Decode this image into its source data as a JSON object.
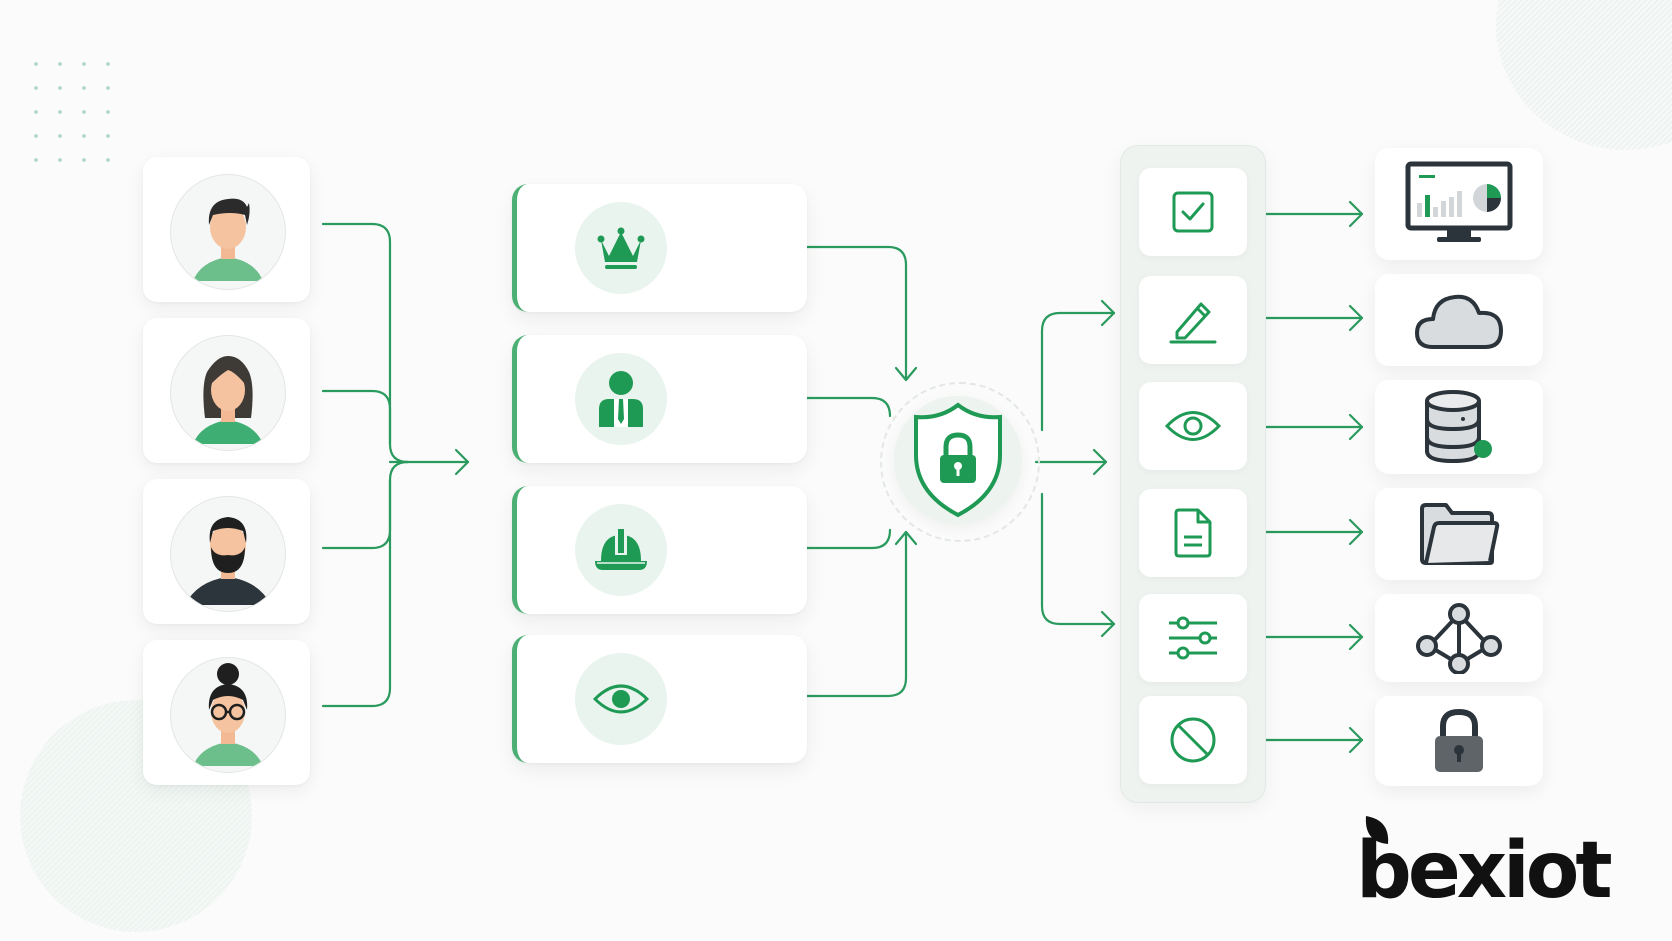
{
  "diagram": {
    "type": "role-based-access-control-flow",
    "colors": {
      "accent": "#1f9a55",
      "accent_light": "#e9f4ee",
      "line": "#2a9a5e",
      "dark_icon": "#2b333b",
      "resource_fill": "#d9dcdf",
      "background": "#fafbfa"
    },
    "users": [
      {
        "name": "user-man-short-hair",
        "shirt": "#6cbf8a"
      },
      {
        "name": "user-woman-long-hair",
        "shirt": "#3fae72"
      },
      {
        "name": "user-man-beard",
        "shirt": "#2c343c"
      },
      {
        "name": "user-woman-bun-glasses",
        "shirt": "#6cbf8a"
      }
    ],
    "roles": [
      {
        "icon": "crown-icon",
        "meaning": "admin"
      },
      {
        "icon": "manager-icon",
        "meaning": "manager"
      },
      {
        "icon": "hard-hat-icon",
        "meaning": "worker"
      },
      {
        "icon": "eye-icon",
        "meaning": "viewer"
      }
    ],
    "hub": {
      "icon": "shield-lock-icon",
      "meaning": "access-control-policy"
    },
    "permissions": [
      {
        "icon": "checkbox-icon",
        "meaning": "approve"
      },
      {
        "icon": "pencil-icon",
        "meaning": "edit"
      },
      {
        "icon": "eye-icon",
        "meaning": "view"
      },
      {
        "icon": "document-icon",
        "meaning": "read-document"
      },
      {
        "icon": "sliders-icon",
        "meaning": "configure"
      },
      {
        "icon": "block-icon",
        "meaning": "deny"
      }
    ],
    "resources": [
      {
        "icon": "monitor-dashboard-icon",
        "meaning": "dashboard"
      },
      {
        "icon": "cloud-icon",
        "meaning": "cloud"
      },
      {
        "icon": "database-icon",
        "meaning": "database"
      },
      {
        "icon": "folder-icon",
        "meaning": "files"
      },
      {
        "icon": "network-icon",
        "meaning": "network"
      },
      {
        "icon": "padlock-icon",
        "meaning": "secured-resource"
      }
    ]
  },
  "brand": {
    "logo_text": "bexiot"
  }
}
